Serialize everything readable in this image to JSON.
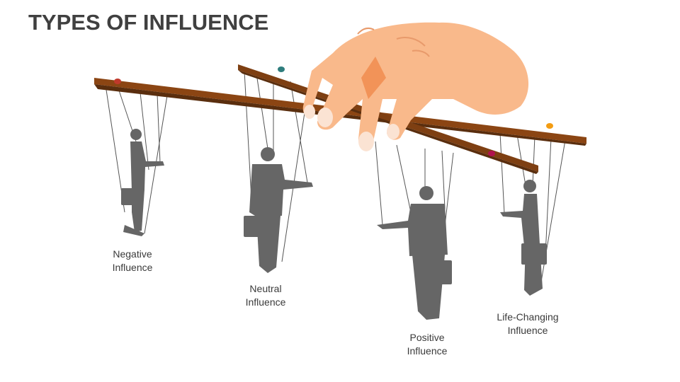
{
  "title": "TYPES OF INFLUENCE",
  "colors": {
    "title": "#404040",
    "wood_top": "#8B4513",
    "wood_side": "#5A2E0E",
    "skin": "#F9B98B",
    "skin_shadow": "#F08A4B",
    "nail": "#FBE3D3",
    "silhouette": "#666666",
    "string": "#555555",
    "pin_red": "#C0392B",
    "pin_teal": "#2E7D7D",
    "pin_orange": "#F39C12",
    "pin_magenta": "#B0124E"
  },
  "influences": [
    {
      "line1": "Negative",
      "line2": "Influence"
    },
    {
      "line1": "Neutral",
      "line2": "Influence"
    },
    {
      "line1": "Positive",
      "line2": "Influence"
    },
    {
      "line1": "Life-Changing",
      "line2": "Influence"
    }
  ]
}
